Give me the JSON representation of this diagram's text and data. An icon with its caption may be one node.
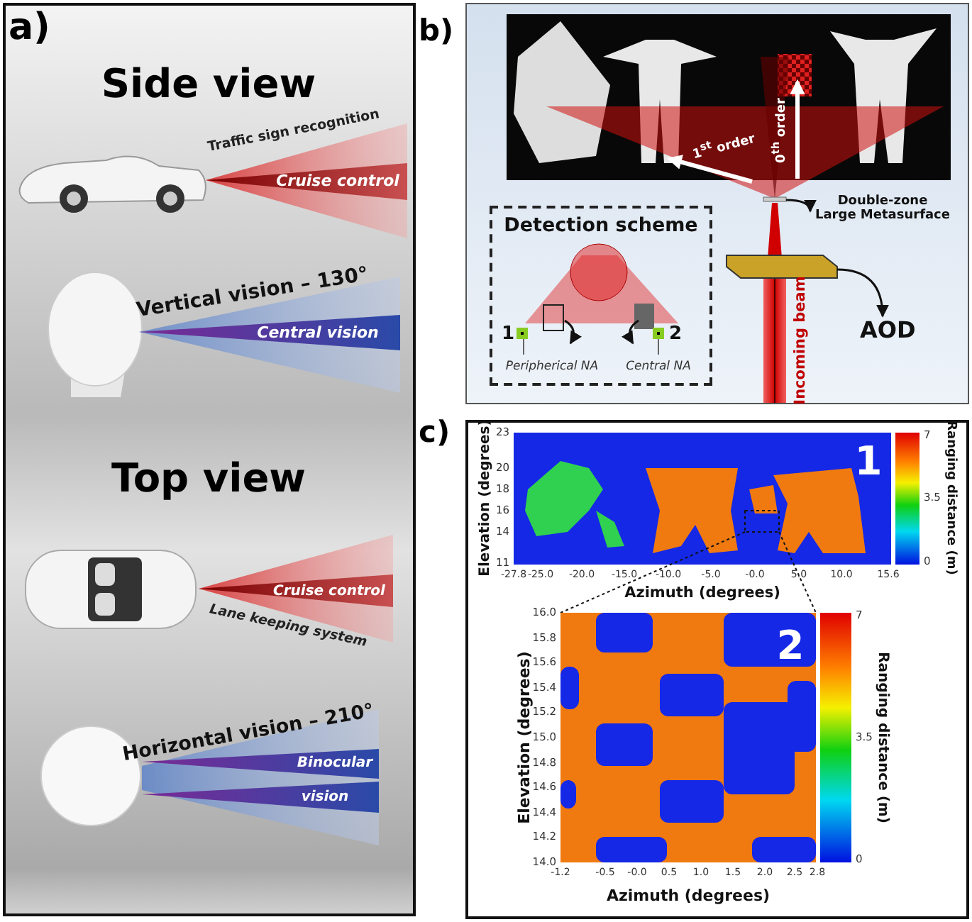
{
  "diagram": {
    "nodes": [
      {
        "text": [
          "Detection scheme"
        ]
      },
      {
        "text": [
          "Double-zone Large Metasurface"
        ]
      },
      {
        "text": [],
        "shape": "bar"
      },
      {
        "text": [
          "AOD"
        ]
      },
      {
        "text": [],
        "shape": "box"
      }
    ],
    "edges": [
      {
        "from": 2,
        "to": 1,
        "arrow": "to"
      },
      {
        "from": 4,
        "to": 3,
        "arrow": "to"
      }
    ],
    "labels": [
      "a)",
      "Side view",
      "Traffic sign recognition",
      "Cruise control",
      "Vertical vision – 130°",
      "Central vision",
      "Top view",
      "Cruise control",
      "Lane keeping system",
      "Horizontal vision – 210°",
      "Binocular",
      "vision",
      "b)",
      "0$^{th}$ order",
      "1$^{st}$ order",
      "1",
      "2",
      "Peripherical NA",
      "Central NA",
      "Incoming beam",
      "c)",
      "1",
      "23",
      "20",
      "18",
      "16",
      "14",
      "11",
      "Elevation (degrees)",
      "-27.8",
      "-25.0",
      "-20.0",
      "-15.0",
      "-10.0",
      "-5.0",
      "-0.0",
      "5.0",
      "10.0",
      "15.6",
      "Azimuth (degrees)",
      "7",
      "3.5",
      "0",
      "Ranging distance (m)",
      "2",
      "16.0",
      "15.8",
      "15.6",
      "15.4",
      "15.2",
      "15.0",
      "14.8",
      "14.6",
      "14.4",
      "14.2",
      "14.0",
      "Elevation (degrees)",
      "-1.2",
      "-0.5",
      "-0.0",
      "0.5",
      "1.0",
      "1.5",
      "2.0",
      "2.5",
      "2.8",
      "Azimuth (degrees)",
      "7",
      "3.5",
      "0",
      "Ranging distance (m)"
    ]
  }
}
